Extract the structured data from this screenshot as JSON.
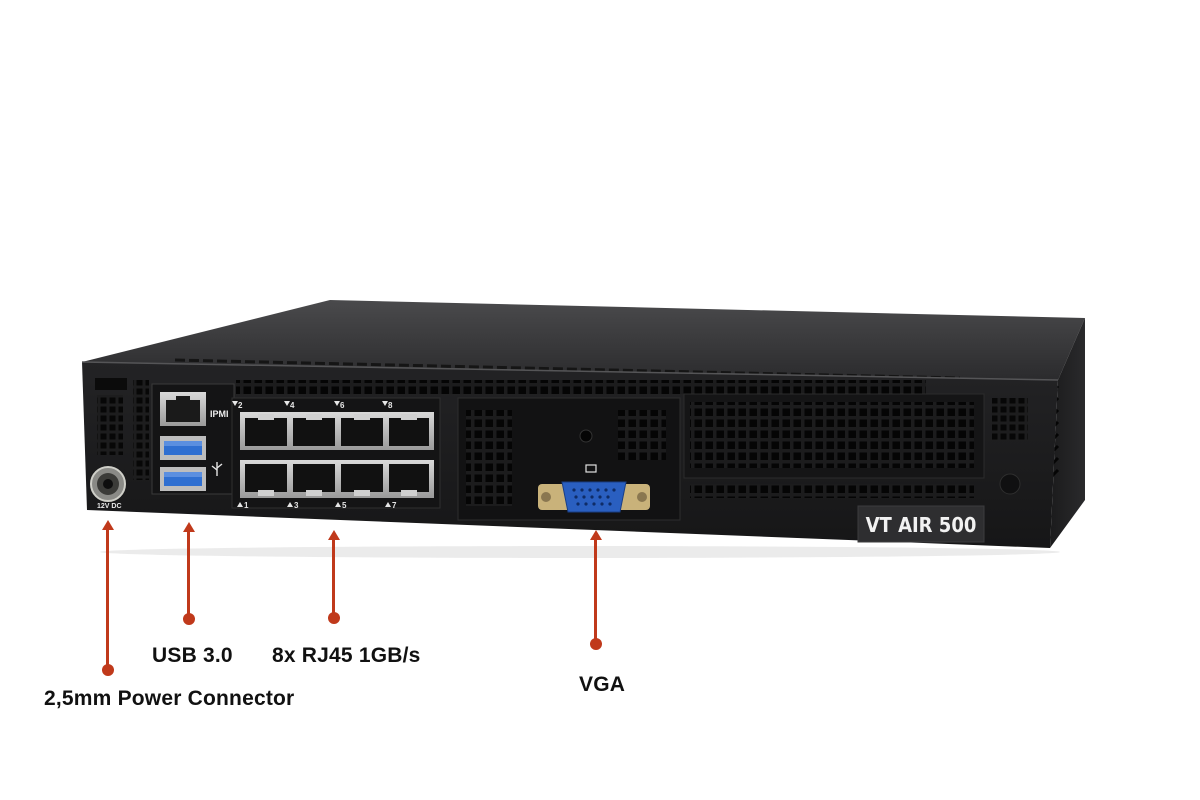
{
  "device": {
    "model_label": "VT AIR 500",
    "ipmi_label": "IPMI",
    "dc_label": "12V DC",
    "port_numbers_top": [
      "2",
      "4",
      "6",
      "8"
    ],
    "port_numbers_bottom": [
      "1",
      "3",
      "5",
      "7"
    ]
  },
  "callouts": {
    "power": "2,5mm Power Connector",
    "usb": "USB 3.0",
    "rj45": "8x RJ45 1GB/s",
    "vga": "VGA"
  },
  "colors": {
    "pointer": "#c0391b",
    "chassis_dark": "#1c1c1d",
    "chassis_top": "#3a3a3c",
    "usb_blue": "#2f6fd1",
    "vga_blue": "#2a5fc0",
    "vga_gold": "#c9b27a"
  }
}
